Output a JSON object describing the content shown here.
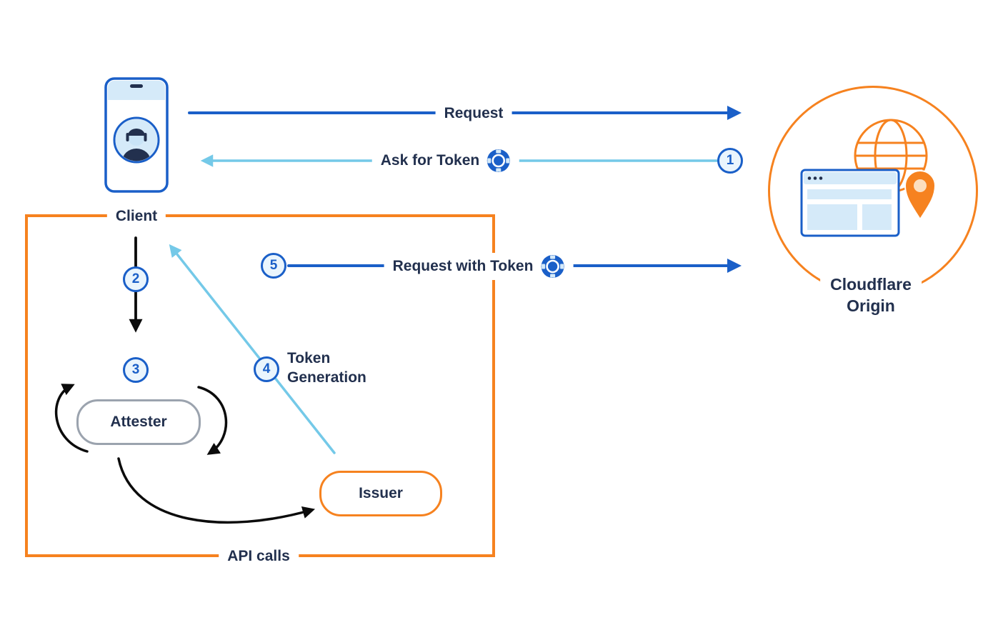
{
  "colors": {
    "orange": "#F6821F",
    "blue": "#1A5FC8",
    "light_blue": "#74C9E8",
    "navy": "#22304E",
    "gray": "#9BA3AE",
    "black": "#0B0B0B",
    "icon_fill": "#D5EAF9"
  },
  "nodes": {
    "client": {
      "label": "Client"
    },
    "cloudflare": {
      "line1": "Cloudflare",
      "line2": "Origin"
    },
    "attester": {
      "label": "Attester"
    },
    "issuer": {
      "label": "Issuer"
    }
  },
  "flows": {
    "request": {
      "label": "Request"
    },
    "ask_for_token": {
      "label": "Ask for Token",
      "step": "1"
    },
    "client_to_attester": {
      "step": "2"
    },
    "attestation_loop": {
      "step": "3"
    },
    "token_generation": {
      "line1": "Token",
      "line2": "Generation",
      "step": "4"
    },
    "request_with_token": {
      "label": "Request with Token",
      "step": "5"
    },
    "api_calls": {
      "label": "API calls"
    }
  },
  "icons": {
    "client": "smartphone-user-icon",
    "token": "token-chip-icon",
    "origin_globe": "globe-icon",
    "origin_browser": "browser-window-icon",
    "origin_pin": "location-pin-icon"
  }
}
